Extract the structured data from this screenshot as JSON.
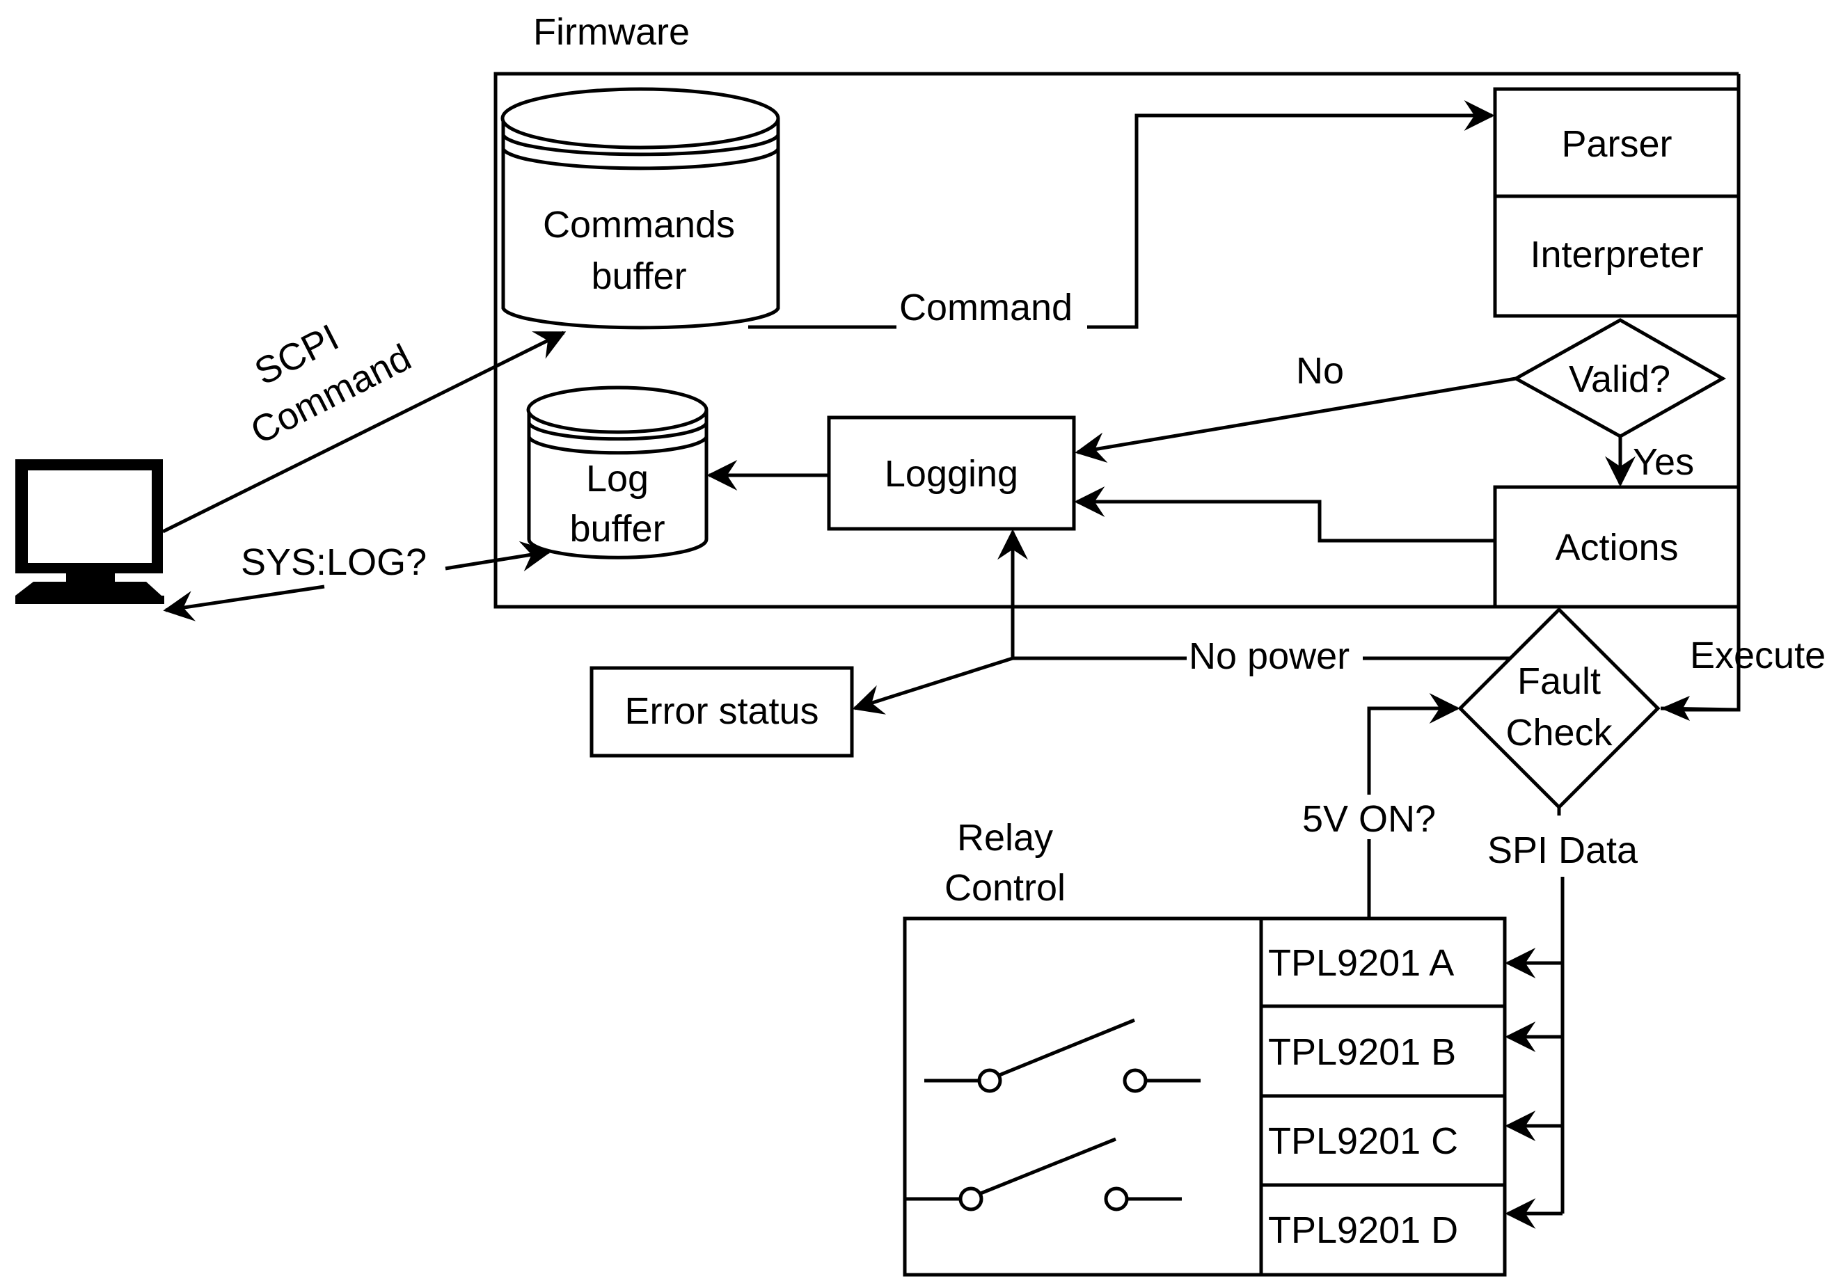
{
  "diagram": {
    "firmware_label": "Firmware",
    "commands_buffer": [
      "Commands",
      "buffer"
    ],
    "log_buffer": [
      "Log",
      "buffer"
    ],
    "parser": "Parser",
    "interpreter": "Interpreter",
    "valid": "Valid?",
    "actions": "Actions",
    "logging": "Logging",
    "error_status": "Error status",
    "fault_check": [
      "Fault",
      "Check"
    ],
    "relay_control": [
      "Relay",
      "Control"
    ],
    "drivers": [
      "TPL9201 A",
      "TPL9201 B",
      "TPL9201 C",
      "TPL9201 D"
    ],
    "edges": {
      "scpi_command": [
        "SCPI",
        "Command"
      ],
      "sys_log": "SYS:LOG?",
      "command": "Command",
      "no": "No",
      "yes": "Yes",
      "no_power": "No power",
      "execute": "Execute",
      "five_v_on": "5V ON?",
      "spi_data": "SPI Data"
    }
  }
}
